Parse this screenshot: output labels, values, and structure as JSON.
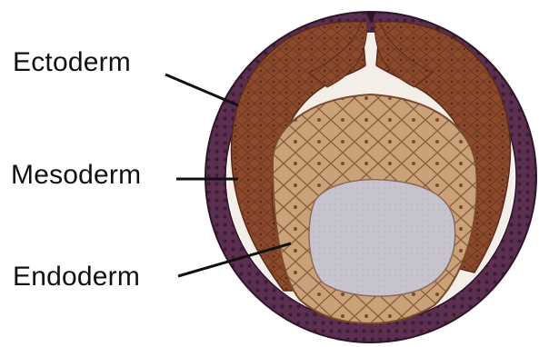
{
  "labels": {
    "ectoderm": "Ectoderm",
    "mesoderm": "Mesoderm",
    "endoderm": "Endoderm"
  },
  "colors": {
    "ectoderm": "#5a2f4f",
    "ectoderm_cells": "#3e1c36",
    "mesoderm": "#8b4a2b",
    "endoderm": "#caa27a",
    "cavity": "#c8c4cf",
    "pointer": "#111111"
  }
}
